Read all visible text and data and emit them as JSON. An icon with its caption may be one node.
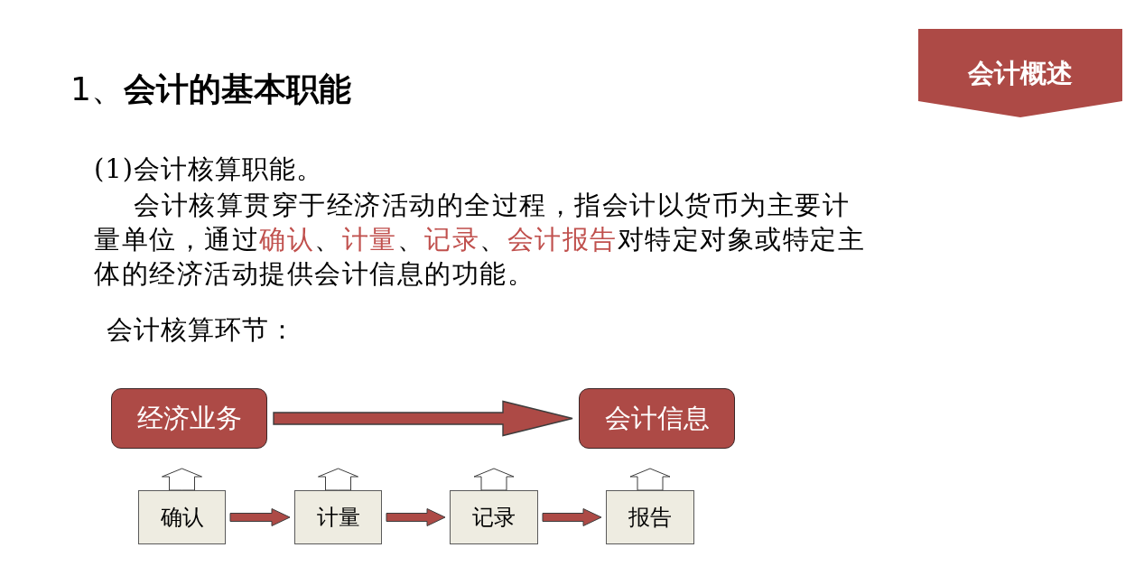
{
  "diagram": {
    "title": "1、**会计的基本职能**",
    "nodes": [
      {
        "text": [
          "会计概述"
        ]
      },
      {
        "text": [
          "经济业务"
        ]
      },
      {
        "text": [
          "会计信息"
        ]
      },
      {
        "text": [
          "确认"
        ]
      },
      {
        "text": [
          "计量"
        ]
      },
      {
        "text": [
          "记录"
        ]
      },
      {
        "text": [
          "报告"
        ]
      }
    ],
    "edges": [
      {
        "from": 1,
        "to": 2,
        "arrow": "to",
        "style": "thick",
        "color": "#ad4a46"
      },
      {
        "from": 3,
        "to": 4,
        "arrow": "to",
        "color": "#ad4a46"
      },
      {
        "from": 4,
        "to": 5,
        "arrow": "to",
        "color": "#ad4a46"
      },
      {
        "from": 5,
        "to": 6,
        "arrow": "to",
        "color": "#ad4a46"
      },
      {
        "from": 3,
        "to": null,
        "arrow": "to"
      },
      {
        "from": 4,
        "to": null,
        "arrow": "to"
      },
      {
        "from": 5,
        "to": null,
        "arrow": "to"
      },
      {
        "from": 6,
        "to": null,
        "arrow": "to"
      }
    ],
    "labels": [
      "(1)会计核算职能。",
      "会计核算贯穿于经济活动的全过程，指会计以货币为主要计量单位，通过**确认**、**计量**、**记录**、**会计报告**对特定对象或特定主体的经济活动提供会计信息的功能。",
      "会计核算环节："
    ]
  }
}
